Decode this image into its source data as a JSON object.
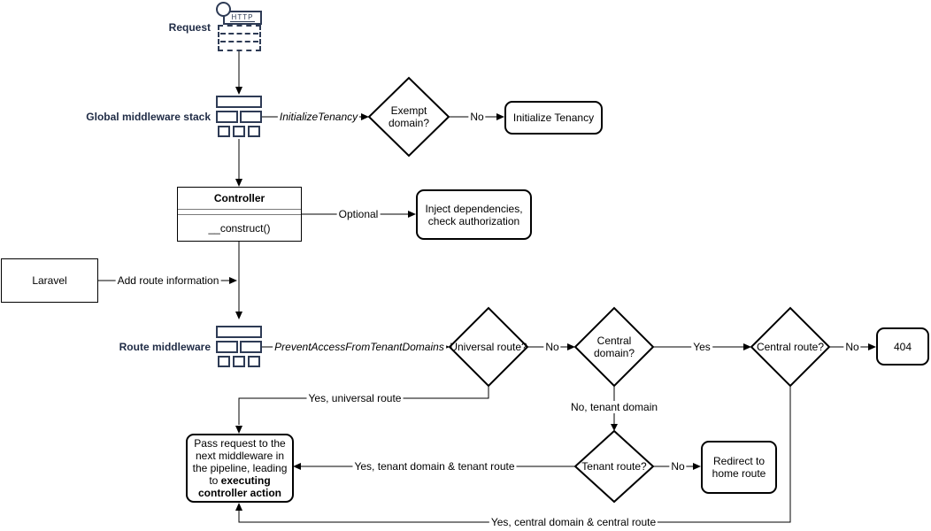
{
  "nodes": {
    "request": {
      "label": "Request",
      "badge": "HTTP"
    },
    "global_middleware": {
      "label": "Global middleware stack"
    },
    "exempt_domain": {
      "label": "Exempt domain?"
    },
    "initialize_tenancy": {
      "label": "Initialize Tenancy"
    },
    "controller": {
      "title": "Controller",
      "method": "__construct()"
    },
    "inject_dependencies": {
      "label": "Inject dependencies, check authorization"
    },
    "laravel": {
      "label": "Laravel"
    },
    "route_middleware": {
      "label": "Route middleware"
    },
    "universal_route": {
      "label": "Universal route?"
    },
    "central_domain": {
      "label": "Central domain?"
    },
    "central_route": {
      "label": "Central route?"
    },
    "not_found": {
      "label": "404"
    },
    "tenant_route": {
      "label": "Tenant route?"
    },
    "redirect_home": {
      "label": "Redirect to home route"
    },
    "pass_request": {
      "text": "Pass request to the next middleware in the pipeline, leading to ",
      "bold": "executing controller action"
    }
  },
  "edges": {
    "initialize_tenancy_middleware": "InitializeTenancy",
    "exempt_no": "No",
    "optional": "Optional",
    "add_route_information": "Add route information",
    "prevent_access_middleware": "PreventAccessFromTenantDomains",
    "universal_no": "No",
    "central_domain_yes": "Yes",
    "central_route_no": "No",
    "universal_yes": "Yes, universal route",
    "tenant_domain_no": "No, tenant domain",
    "tenant_route_no": "No",
    "tenant_yes": "Yes, tenant domain & tenant route",
    "central_yes": "Yes, central domain & central route"
  },
  "colors": {
    "node_stroke": "#000000",
    "accent_label": "#1f2b45",
    "icon_stroke": "#2e3b55"
  }
}
